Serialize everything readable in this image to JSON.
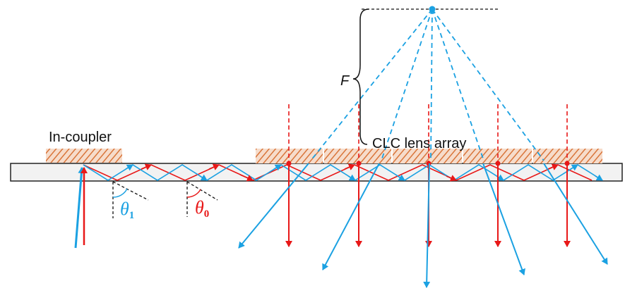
{
  "labels": {
    "in_coupler": "In-coupler",
    "lens_array": "CLC lens array",
    "focal": "F",
    "theta1_symbol": "θ",
    "theta1_sub": "1",
    "theta0_symbol": "θ",
    "theta0_sub": "0"
  },
  "colors": {
    "blue": "#1ba1e2",
    "red": "#e81818",
    "orange": "#d9753a",
    "waveguide_fill": "#f2f2f2",
    "outline": "#222222"
  }
}
